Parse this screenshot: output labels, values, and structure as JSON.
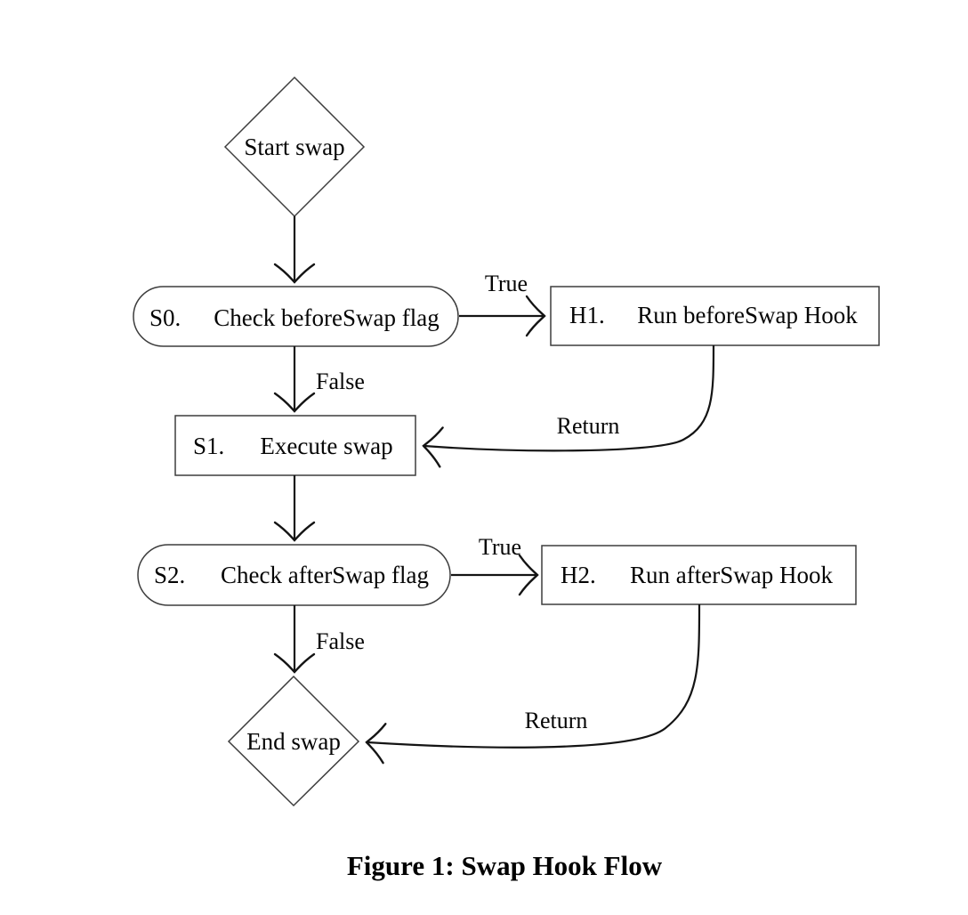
{
  "figure": {
    "caption": "Figure 1: Swap Hook Flow"
  },
  "nodes": {
    "start": {
      "label": "Start swap"
    },
    "s0": {
      "id": "S0.",
      "label": "Check beforeSwap flag"
    },
    "h1": {
      "id": "H1.",
      "label": "Run beforeSwap Hook"
    },
    "s1": {
      "id": "S1.",
      "label": "Execute swap"
    },
    "s2": {
      "id": "S2.",
      "label": "Check afterSwap flag"
    },
    "h2": {
      "id": "H2.",
      "label": "Run afterSwap Hook"
    },
    "end": {
      "label": "End swap"
    }
  },
  "edge_labels": {
    "s0_to_h1": "True",
    "s0_to_s1": "False",
    "h1_to_s1": "Return",
    "s2_to_h2": "True",
    "s2_to_end": "False",
    "h2_to_end": "Return"
  },
  "colors": {
    "background": "#ffffff",
    "edge_stroke": "#141414",
    "node_stroke": "#3d3d3d",
    "text": "#050505"
  }
}
